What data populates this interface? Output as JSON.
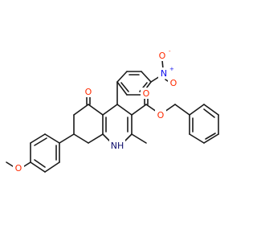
{
  "molecule": {
    "colors": {
      "bond": "#1a1a1a",
      "carbon": "#1a1a1a",
      "oxygen": "#ff2a00",
      "nitrogen": "#1010ee",
      "nitrogen_amine": "#0b0b6b"
    },
    "atoms": {
      "nitro_o_minus": {
        "symbol": "O",
        "charge": "-",
        "color_key": "oxygen"
      },
      "nitro_n_plus": {
        "symbol": "N",
        "charge": "+",
        "color_key": "nitrogen"
      },
      "nitro_o_double": {
        "symbol": "O",
        "color_key": "oxygen"
      },
      "ketone_o": {
        "symbol": "O",
        "color_key": "oxygen"
      },
      "ester_o_carbonyl": {
        "symbol": "O",
        "color_key": "oxygen"
      },
      "ester_o_ether": {
        "symbol": "O",
        "color_key": "oxygen"
      },
      "methoxy_o": {
        "symbol": "O",
        "color_key": "oxygen"
      },
      "ring_nh": {
        "symbol": "NH",
        "color_key": "nitrogen_amine"
      }
    }
  }
}
